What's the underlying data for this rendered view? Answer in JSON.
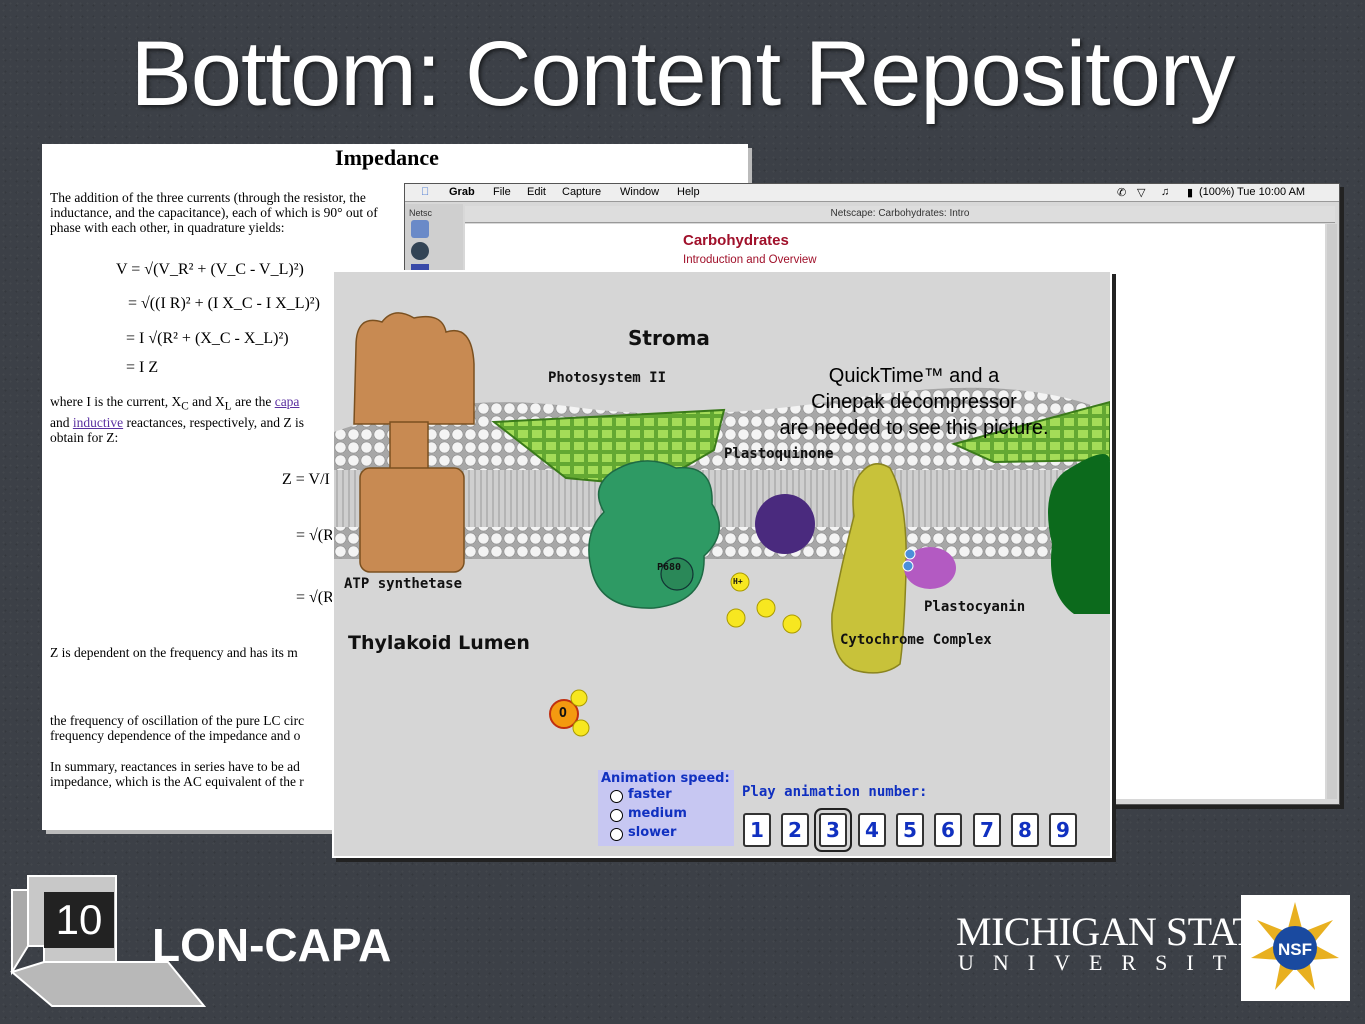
{
  "slide": {
    "title": "Bottom: Content Repository",
    "slide_number": "10",
    "brand": "LON-CAPA",
    "university_line1": "MICHIGAN STATE",
    "university_line2": "UNIVERSITY",
    "nsf_logo_text": "NSF"
  },
  "impedance_doc": {
    "title": "Impedance",
    "para1": "The addition of the three currents (through the resistor, the inductance, and the capacitance), each of which is 90° out of phase with each other, in quadrature yields:",
    "eq1": "V = √(V_R² + (V_C - V_L)²)",
    "eq2": "= √((I R)² + (I X_C - I X_L)²)",
    "eq3": "= I √(R² + (X_C - X_L)²)",
    "eq4": "= I Z",
    "para2_a": "where I is the current, X",
    "para2_b": " and X",
    "para2_c": " are the ",
    "link_capa": "capa",
    "para2_d": "and ",
    "link_inductive": "inductive",
    "para2_e": " reactances, respectively, and Z is",
    "para2_f": "obtain for Z:",
    "eqz1": "Z = V/I",
    "eqz2": "= √(R",
    "eqz3": "= √(R",
    "para3": "Z is dependent on the frequency and has its m",
    "para4": "the frequency of oscillation of the pure LC circ frequency dependence of the impedance and o",
    "para5": "In summary, reactances in series have to be ad impedance, which is the AC equivalent of the r"
  },
  "mac_window": {
    "menu": [
      "Grab",
      "File",
      "Edit",
      "Capture",
      "Window",
      "Help"
    ],
    "battery": "(100%)",
    "clock": "Tue 10:00 AM",
    "browser_title": "Netscape: Carbohydrates: Intro",
    "tab_stub": "Netsc",
    "page_heading": "Carbohydrates",
    "page_subheading": "Introduction and Overview"
  },
  "animation": {
    "stroma": "Stroma",
    "photosystem": "Photosystem II",
    "plastoquinone": "Plastoquinone",
    "atp": "ATP synthetase",
    "lumen": "Thylakoid Lumen",
    "plastocyanin": "Plastocyanin",
    "cytochrome": "Cytochrome Complex",
    "p680": "P680",
    "proton": "H+",
    "oxygen": "O",
    "quicktime_lines": [
      "QuickTime™ and a",
      "Cinepak decompressor",
      "are needed to see this picture."
    ],
    "speed_title": "Animation speed:",
    "speed_options": [
      "faster",
      "medium",
      "slower"
    ],
    "play_title": "Play animation number:",
    "numbers": [
      "1",
      "2",
      "3",
      "4",
      "5",
      "6",
      "7",
      "8",
      "9"
    ],
    "selected_number": "3"
  }
}
